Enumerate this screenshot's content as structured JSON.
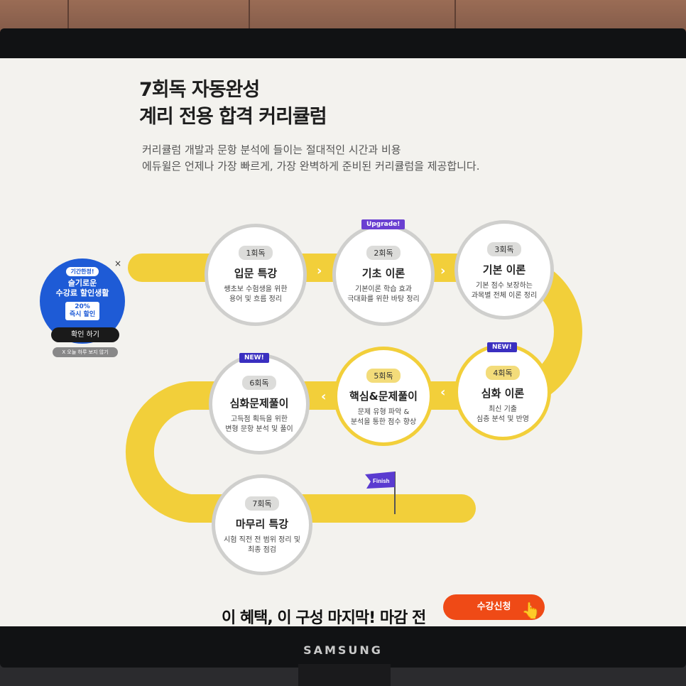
{
  "page": {
    "title_line1": "7회독 자동완성",
    "title_line2": "계리 전용 합격 커리큘럼",
    "sub_line1": "커리큘럼 개발과 문항 분석에 들이는 절대적인 시간과 비용",
    "sub_line2": "에듀윌은 언제나 가장 빠르게, 가장 완벽하게 준비된 커리큘럼을 제공합니다."
  },
  "steps": [
    {
      "pill": "1회독",
      "title": "입문 특강",
      "desc1": "쌩초보 수험생을 위한",
      "desc2": "용어 및 흐름 정리"
    },
    {
      "pill": "2회독",
      "title": "기초 이론",
      "desc1": "기본이론 학습 효과",
      "desc2": "극대화를 위한 바탕 정리",
      "tag": "Upgrade!"
    },
    {
      "pill": "3회독",
      "title": "기본 이론",
      "desc1": "기본 점수 보장하는",
      "desc2": "과목별 전체 이론 정리"
    },
    {
      "pill": "4회독",
      "title": "심화 이론",
      "desc1": "최신 기출",
      "desc2": "심층 분석 및 반영",
      "tag": "NEW!"
    },
    {
      "pill": "5회독",
      "title": "핵심&문제풀이",
      "desc1": "문제 유형 파악 &",
      "desc2": "분석을 통한 점수 향상"
    },
    {
      "pill": "6회독",
      "title": "심화문제풀이",
      "desc1": "고득점 획득을 위한",
      "desc2": "변형 문항 분석 및 풀이",
      "tag": "NEW!"
    },
    {
      "pill": "7회독",
      "title": "마무리 특강",
      "desc1": "시험 직전 전 범위 정리 및",
      "desc2": "최종 점검"
    }
  ],
  "finish": "Finish",
  "ad": {
    "badge": "기간한정!",
    "line1": "슬기로운",
    "line2": "수강료 할인생활",
    "pct": "20%",
    "pct_sub": "즉시 할인",
    "button": "확인 하기",
    "hide": "X 오늘 하루 보지 않기",
    "close": "×"
  },
  "banner": {
    "text": "이 혜택, 이 구성 마지막! 마감 전",
    "cta": "수강신청"
  },
  "monitor": {
    "brand": "SAMSUNG"
  },
  "colors": {
    "track": "#f2cf3a",
    "ring": "#cfcfcd",
    "cta": "#ef4a16",
    "ad": "#1e5bd6"
  }
}
